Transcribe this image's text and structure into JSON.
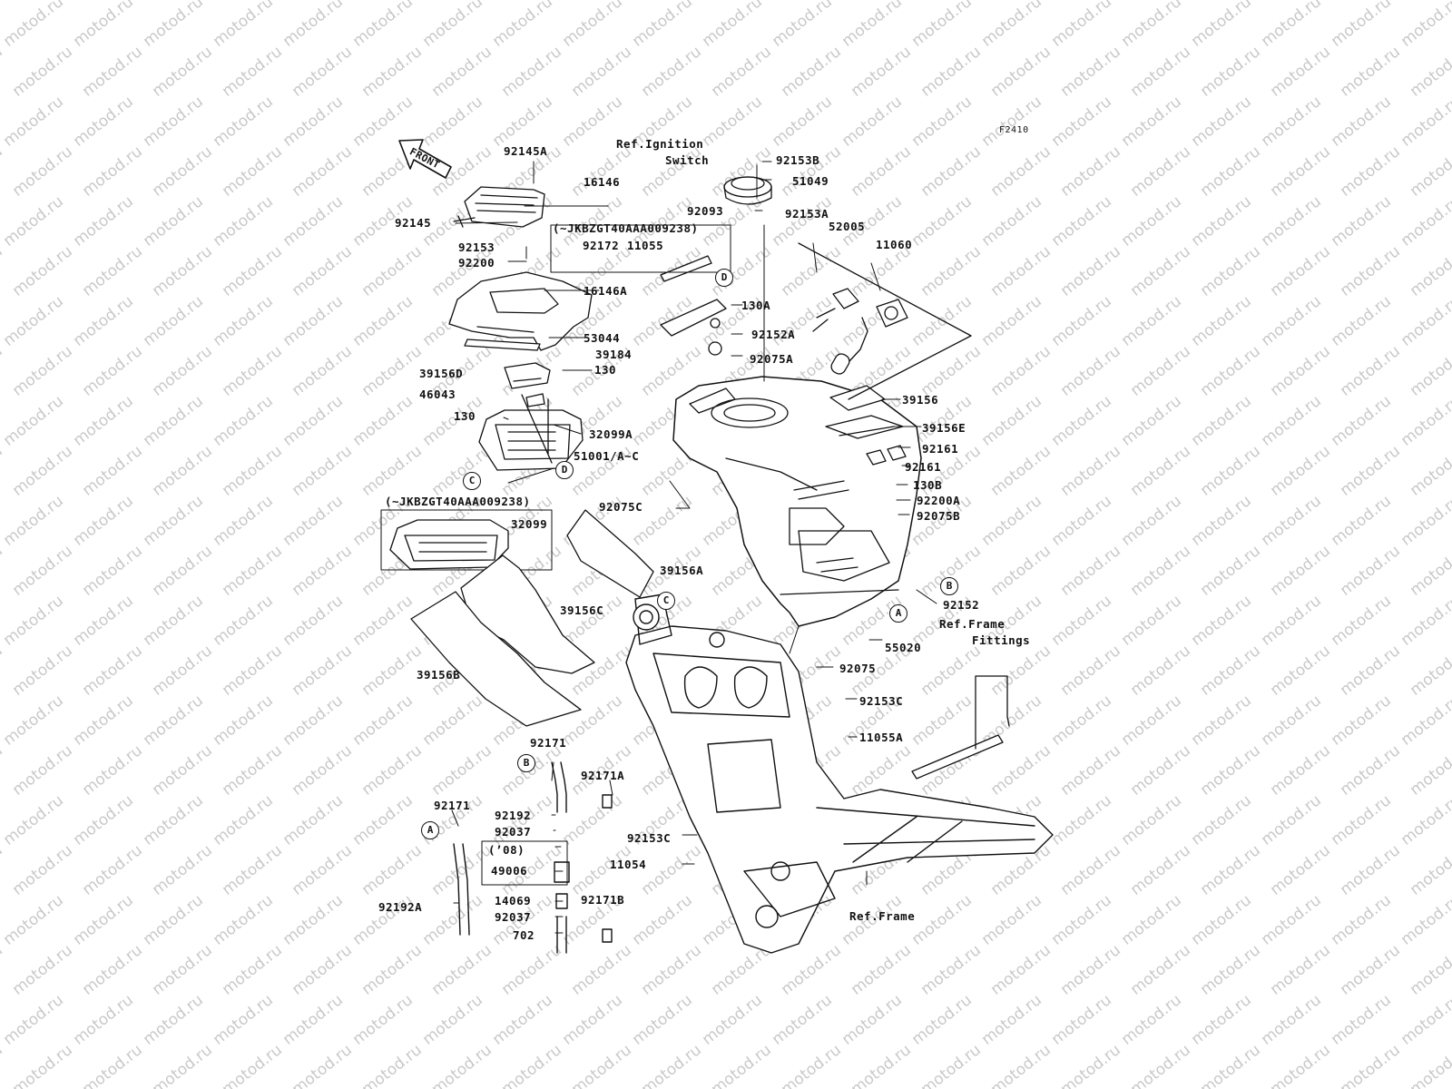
{
  "watermark_text": "motod.ru",
  "diagram_code": "F2410",
  "front_arrow": "FRONT",
  "parts": {
    "p92145A": "92145A",
    "p16146": "16146",
    "p92145": "92145",
    "p92153": "92153",
    "p92200": "92200",
    "p16146A": "16146A",
    "p53044": "53044",
    "p39156D": "39156D",
    "p46043": "46043",
    "p130a": "130",
    "p130b": "130",
    "p32099A": "32099A",
    "p51001": "51001/A~C",
    "p92075C": "92075C",
    "p32099": "32099",
    "p39156A": "39156A",
    "p39156C": "39156C",
    "p39156B": "39156B",
    "p92172": "92172",
    "p11055": "11055",
    "p130A": "130A",
    "p92152A": "92152A",
    "p39184": "39184",
    "p92075A": "92075A",
    "p92153B": "92153B",
    "p51049": "51049",
    "p92093": "92093",
    "p92153A": "92153A",
    "p52005": "52005",
    "p11060": "11060",
    "p39156": "39156",
    "p39156E": "39156E",
    "p92161a": "92161",
    "p92161b": "92161",
    "p130B": "130B",
    "p92200A": "92200A",
    "p92075B": "92075B",
    "p92152": "92152",
    "p55020": "55020",
    "p92075": "92075",
    "p92153C_a": "92153C",
    "p11055A": "11055A",
    "p92171a": "92171",
    "p92171A": "92171A",
    "p92192": "92192",
    "p92037a": "92037",
    "p08": "(’08)",
    "p49006": "49006",
    "p14069": "14069",
    "p92037b": "92037",
    "p702": "702",
    "p92171B": "92171B",
    "p92171b": "92171",
    "p92192A": "92192A",
    "p92153C_b": "92153C",
    "p11054": "11054"
  },
  "notes": {
    "ignition1": "Ref.Ignition",
    "ignition2": "Switch",
    "serial_a": "(~JKBZGT40AAA009238)",
    "serial_b": "(~JKBZGT40AAA009238)",
    "frame_fittings1": "Ref.Frame",
    "frame_fittings2": "Fittings",
    "frame": "Ref.Frame"
  },
  "callouts": {
    "D1": "D",
    "D2": "D",
    "C1": "C",
    "C2": "C",
    "B1": "B",
    "B2": "B",
    "A1": "A",
    "A2": "A"
  }
}
